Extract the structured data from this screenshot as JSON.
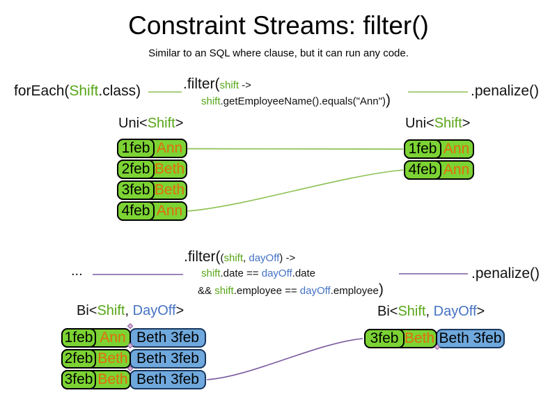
{
  "title": "Constraint Streams: filter()",
  "subtitle": "Similar to an SQL where clause, but it can run any code.",
  "section1": {
    "foreach": {
      "pre": "forEach(",
      "type": "Shift",
      "post": ".class)"
    },
    "filter": {
      "open": ".filter(",
      "param": "shift",
      "arrow": " ->",
      "body_param": "shift",
      "body": ".getEmployeeName().equals(\"Ann\")",
      "close": ")"
    },
    "penalize": ".penalize()",
    "stream_label": {
      "pre": "Uni<",
      "type": "Shift",
      "post": ">"
    },
    "input_rows": [
      {
        "date": "1feb",
        "name": "Ann"
      },
      {
        "date": "2feb",
        "name": "Beth"
      },
      {
        "date": "3feb",
        "name": "Beth"
      },
      {
        "date": "4feb",
        "name": "Ann"
      }
    ],
    "output_rows": [
      {
        "date": "1feb",
        "name": "Ann"
      },
      {
        "date": "4feb",
        "name": "Ann"
      }
    ]
  },
  "section2": {
    "dots": "...",
    "filter": {
      "open": ".filter(",
      "paren": "(",
      "param1": "shift",
      "comma": ", ",
      "param2": "dayOff",
      "arrow": ") ->",
      "l2": {
        "a": "shift",
        "b": ".date == ",
        "c": "dayOff",
        "d": ".date"
      },
      "l3": {
        "a": "&& ",
        "b": "shift",
        "c": ".employee == ",
        "d": "dayOff",
        "e": ".employee",
        "close": ")"
      }
    },
    "penalize": ".penalize()",
    "stream_label": {
      "pre": "Bi<",
      "type1": "Shift",
      "comma": ", ",
      "type2": "DayOff",
      "post": ">"
    },
    "input_rows": [
      {
        "date": "1feb",
        "name": "Ann",
        "pair": "Beth 3feb"
      },
      {
        "date": "2feb",
        "name": "Beth",
        "pair": "Beth 3feb"
      },
      {
        "date": "3feb",
        "name": "Beth",
        "pair": "Beth 3feb"
      }
    ],
    "output_rows": [
      {
        "date": "3feb",
        "name": "Beth",
        "pair": "Beth 3feb"
      }
    ]
  },
  "colors": {
    "code_green": "#58a618",
    "code_blue": "#4472c4",
    "employee_orange": "#e36c09",
    "shift_box_green": "#7cd333",
    "dayoff_box_blue": "#6fa8dc",
    "connector_green": "#8cc152",
    "connector_purple": "#7a5ba0"
  }
}
